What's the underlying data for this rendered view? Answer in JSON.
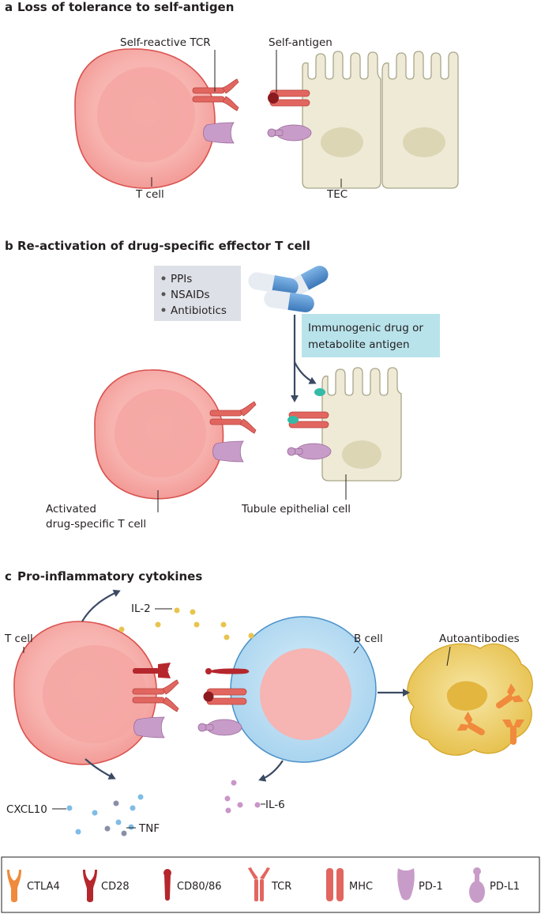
{
  "panel_a": {
    "letter": "a",
    "title": "Loss of tolerance to self-antigen",
    "label_tcr": "Self-reactive TCR",
    "label_antigen": "Self-antigen",
    "label_tcell": "T cell",
    "label_tec": "TEC"
  },
  "panel_b": {
    "letter": "b",
    "title": "Re-activation of drug-specific effector T cell",
    "drugs": [
      "PPIs",
      "NSAIDs",
      "Antibiotics"
    ],
    "callout_line1": "Immunogenic drug or",
    "callout_line2": "metabolite antigen",
    "label_tcell_line1": "Activated",
    "label_tcell_line2": "drug-specific T cell",
    "label_epithelial": "Tubule epithelial cell"
  },
  "panel_c": {
    "letter": "c",
    "title": "Pro-inflammatory cytokines",
    "label_tcell": "T cell",
    "label_bcell": "B cell",
    "label_il2": "IL-2",
    "label_autoantibodies": "Autoantibodies",
    "label_cxcl10": "CXCL10",
    "label_tnf": "TNF",
    "label_il6": "IL-6"
  },
  "legend": [
    "CTLA4",
    "CD28",
    "CD80/86",
    "TCR",
    "MHC",
    "PD-1",
    "PD-L1"
  ],
  "colors": {
    "tcell": "#f6a9a6",
    "tcell_outline": "#d9534f",
    "bcell": "#bfe1f5",
    "tec": "#eeead6",
    "receptor": "#e26660",
    "pd": "#c89cc8",
    "cd28": "#b5272d",
    "ctla4": "#f08a3c",
    "drug_blue": "#4a88c7",
    "antigen_teal": "#33bba7"
  }
}
